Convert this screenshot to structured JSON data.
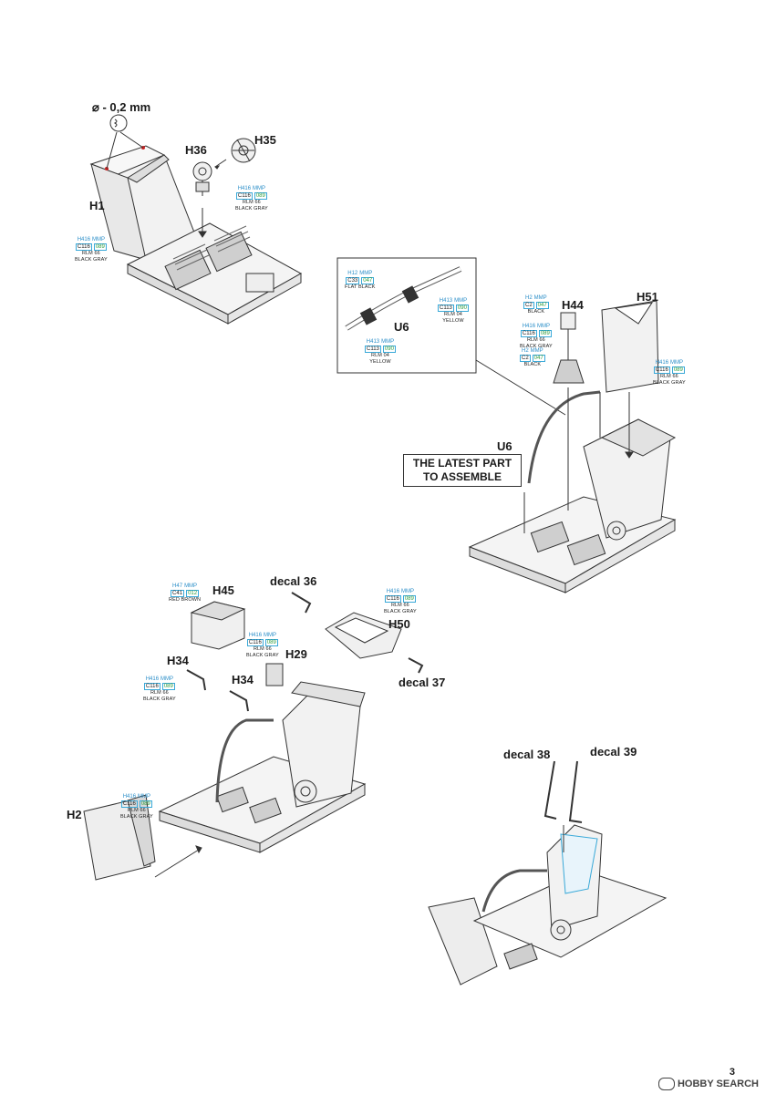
{
  "drill": {
    "label": "⌀ - 0,2 mm"
  },
  "parts": {
    "H1": "H1",
    "H36": "H36",
    "H35": "H35",
    "U6a": "U6",
    "U6b": "U6",
    "H44": "H44",
    "H51": "H51",
    "H45": "H45",
    "H50": "H50",
    "H34a": "H34",
    "H34b": "H34",
    "H29": "H29",
    "H2": "H2"
  },
  "decals": {
    "d36": "decal 36",
    "d37": "decal 37",
    "d38": "decal 38",
    "d39": "decal 39"
  },
  "callout": {
    "line1": "THE LATEST PART",
    "line2": "TO ASSEMBLE"
  },
  "paints": {
    "p1": {
      "h": "H416",
      "mmp": "MMP",
      "c": "C116",
      "n": "089",
      "name1": "RLM 66",
      "name2": "BLACK GRAY"
    },
    "p2": {
      "h": "H416",
      "mmp": "MMP",
      "c": "C116",
      "n": "089",
      "name1": "RLM 66",
      "name2": "BLACK GRAY"
    },
    "p3": {
      "h": "H12",
      "mmp": "MMP",
      "c": "C33",
      "n": "047",
      "name1": "FLAT BLACK",
      "name2": ""
    },
    "p4": {
      "h": "H413",
      "mmp": "MMP",
      "c": "C113",
      "n": "090",
      "name1": "RLM 04",
      "name2": "YELLOW"
    },
    "p5": {
      "h": "H413",
      "mmp": "MMP",
      "c": "C113",
      "n": "090",
      "name1": "RLM 04",
      "name2": "YELLOW"
    },
    "p6": {
      "h": "H2",
      "mmp": "MMP",
      "c": "C2",
      "n": "047",
      "name1": "BLACK",
      "name2": ""
    },
    "p7": {
      "h": "H416",
      "mmp": "MMP",
      "c": "C116",
      "n": "089",
      "name1": "RLM 66",
      "name2": "BLACK GRAY"
    },
    "p8": {
      "h": "H2",
      "mmp": "MMP",
      "c": "C2",
      "n": "047",
      "name1": "BLACK",
      "name2": ""
    },
    "p9": {
      "h": "H416",
      "mmp": "MMP",
      "c": "C116",
      "n": "089",
      "name1": "RLM 66",
      "name2": "BLACK GRAY"
    },
    "p10": {
      "h": "H47",
      "mmp": "MMP",
      "c": "C41",
      "n": "012",
      "name1": "RED BROWN",
      "name2": ""
    },
    "p11": {
      "h": "H416",
      "mmp": "MMP",
      "c": "C116",
      "n": "089",
      "name1": "RLM 66",
      "name2": "BLACK GRAY"
    },
    "p12": {
      "h": "H416",
      "mmp": "MMP",
      "c": "C116",
      "n": "089",
      "name1": "RLM 66",
      "name2": "BLACK GRAY"
    },
    "p13": {
      "h": "H416",
      "mmp": "MMP",
      "c": "C116",
      "n": "089",
      "name1": "RLM 66",
      "name2": "BLACK GRAY"
    },
    "p14": {
      "h": "H416",
      "mmp": "MMP",
      "c": "C116",
      "n": "089",
      "name1": "RLM 66",
      "name2": "BLACK GRAY"
    }
  },
  "page_number": "3",
  "watermark": "HOBBY SEARCH"
}
